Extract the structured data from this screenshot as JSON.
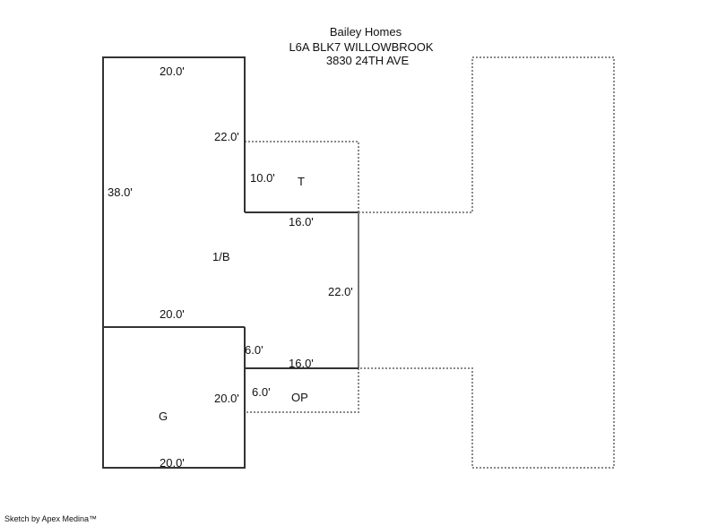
{
  "header": {
    "company": "Bailey Homes",
    "legal": "L6A BLK7 WILLOWBROOK",
    "address": "3830 24TH AVE"
  },
  "areas": {
    "main": "1/B",
    "garage": "G",
    "t": "T",
    "porch": "OP"
  },
  "dimensions": {
    "main_top": "20.0'",
    "main_left": "38.0'",
    "main_right_upper": "22.0'",
    "t_side": "10.0'",
    "step_upper": "16.0'",
    "right_side": "22.0'",
    "garage_top": "20.0'",
    "step_small": "6.0'",
    "step_lower": "16.0'",
    "garage_right": "20.0'",
    "porch_side": "6.0'",
    "garage_bottom": "20.0'"
  },
  "footer": "Sketch by Apex Medina™"
}
